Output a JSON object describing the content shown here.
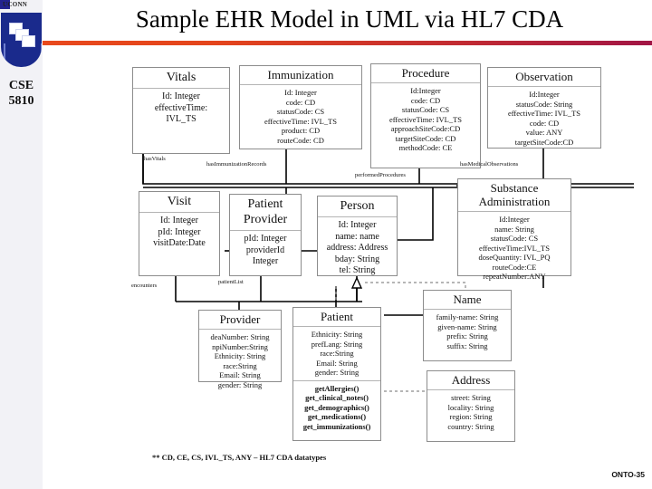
{
  "slide": {
    "title": "Sample EHR Model in UML via HL7 CDA",
    "course_code_line1": "CSE",
    "course_code_line2": "5810",
    "logo_text": "UCONN",
    "footnote": "** CD, CE, CS, IVL_TS, ANY – HL7 CDA datatypes",
    "page_tag": "ONTO-35",
    "accent_start": "#e8491d",
    "accent_end": "#a11545",
    "logo_color": "#1a2a8c"
  },
  "classes": [
    {
      "id": "vitals",
      "name": "Vitals",
      "attrs": [
        "Id: Integer",
        "effectiveTime:",
        "IVL_TS"
      ],
      "ops": []
    },
    {
      "id": "immunization",
      "name": "Immunization",
      "attrs": [
        "Id: Integer",
        "code: CD",
        "statusCode: CS",
        "effectiveTime: IVL_TS",
        "product: CD",
        "routeCode: CD"
      ],
      "ops": []
    },
    {
      "id": "procedure",
      "name": "Procedure",
      "attrs": [
        "Id:Integer",
        "code: CD",
        "statusCode: CS",
        "effectiveTime: IVL_TS",
        "approachSiteCode:CD",
        "targetSiteCode: CD",
        "methodCode: CE"
      ],
      "ops": []
    },
    {
      "id": "observation",
      "name": "Observation",
      "attrs": [
        "Id:Integer",
        "statusCode: String",
        "effectiveTime: IVL_TS",
        "code: CD",
        "value: ANY",
        "targetSiteCode:CD"
      ],
      "ops": []
    },
    {
      "id": "visit",
      "name": "Visit",
      "attrs": [
        "Id: Integer",
        "pId: Integer",
        "visitDate:Date"
      ],
      "ops": []
    },
    {
      "id": "patient-provider",
      "name": "Patient\nProvider",
      "attrs": [
        "pId: Integer",
        "providerId",
        "Integer"
      ],
      "ops": []
    },
    {
      "id": "person",
      "name": "Person",
      "attrs": [
        "Id: Integer",
        "name: name",
        "address: Address",
        "bday: String",
        "tel: String"
      ],
      "ops": []
    },
    {
      "id": "substance-administration",
      "name": "Substance\nAdministration",
      "attrs": [
        "Id:Integer",
        "name: String",
        "statusCode: CS",
        "effectiveTime:IVL_TS",
        "doseQuantity: IVL_PQ",
        "routeCode:CE",
        "repeatNumber:ANY"
      ],
      "ops": []
    },
    {
      "id": "provider",
      "name": "Provider",
      "attrs": [
        "deaNumber: String",
        "npiNumber:String",
        "Ethnicity: String",
        "race:String",
        "Email: String",
        "gender: String"
      ],
      "ops": []
    },
    {
      "id": "patient",
      "name": "Patient",
      "attrs": [
        "Ethnicity: String",
        "prefLang: String",
        "race:String",
        "Email: String",
        "gender: String"
      ],
      "ops": [
        "getAllergies()",
        "get_clinical_notes()",
        "get_demographics()",
        "get_medications()",
        "get_immunizations()"
      ]
    },
    {
      "id": "name",
      "name": "Name",
      "attrs": [
        "family-name: String",
        "given-name: String",
        "prefix: String",
        "suffix: String"
      ],
      "ops": []
    },
    {
      "id": "address",
      "name": "Address",
      "attrs": [
        "street: String",
        "locality: String",
        "region: String",
        "country: String"
      ],
      "ops": []
    }
  ],
  "edge_labels": [
    {
      "id": "has-vitals",
      "text": "hasVitals"
    },
    {
      "id": "has-immunization-records",
      "text": "hasImmunizationRecords"
    },
    {
      "id": "performed-procedures",
      "text": "performedProcedures"
    },
    {
      "id": "has-medical-observations",
      "text": "hasMedicalObservations"
    },
    {
      "id": "encounters",
      "text": "encounters"
    },
    {
      "id": "patient-list",
      "text": "patientList"
    }
  ]
}
